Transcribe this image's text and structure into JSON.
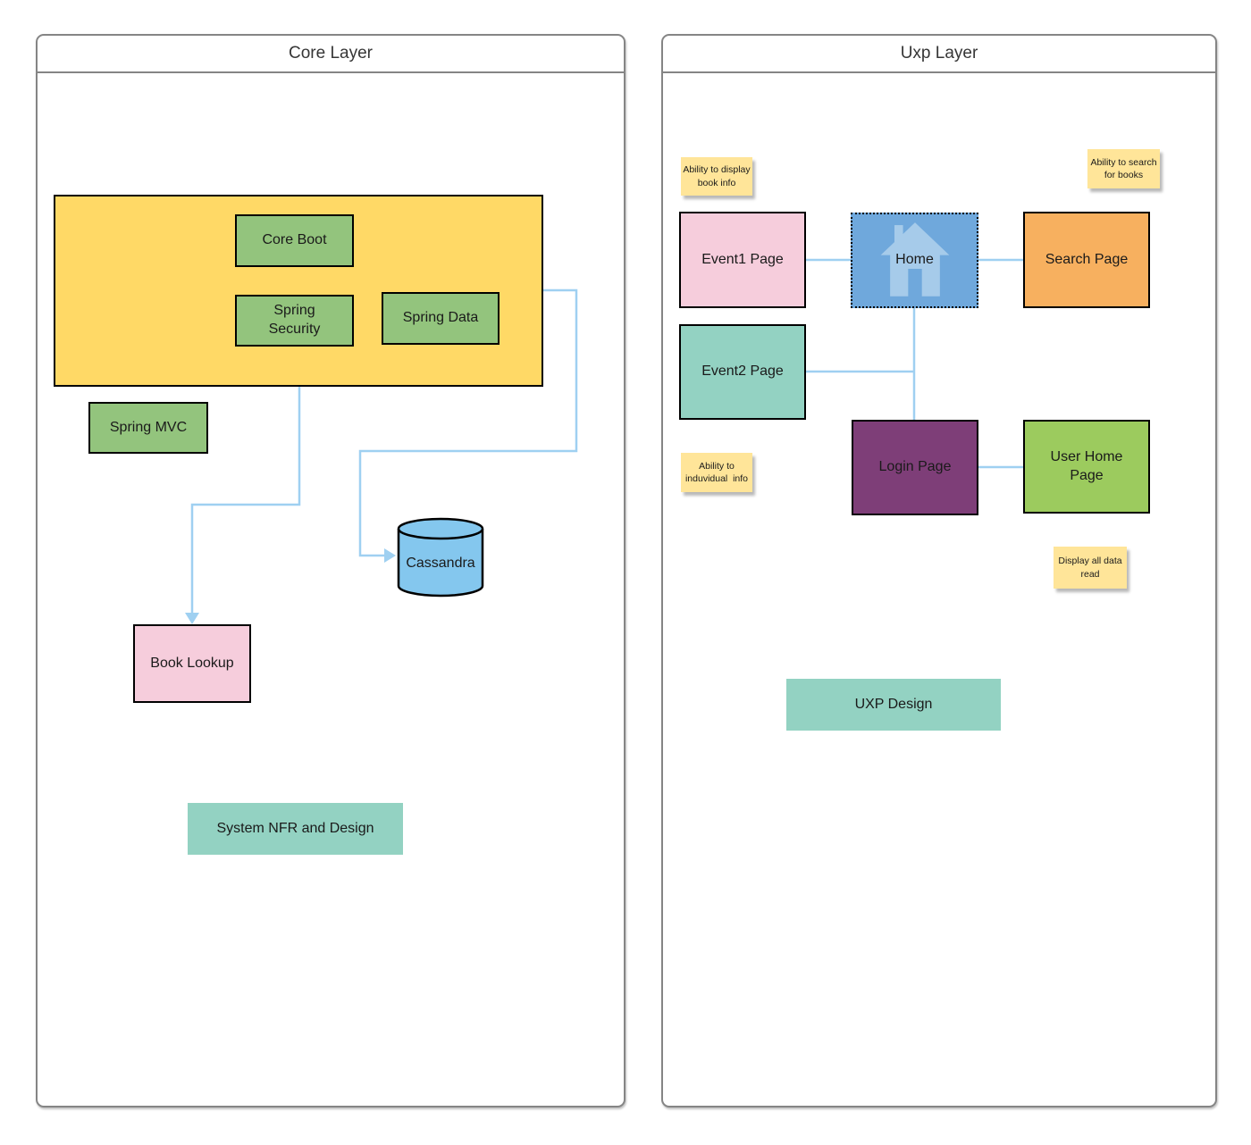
{
  "diagram": {
    "core_layer": {
      "title": "Core Layer",
      "nodes": {
        "core_boot": {
          "label": "Core Boot"
        },
        "spring_security": {
          "label": "Spring Security"
        },
        "spring_data": {
          "label": "Spring Data"
        },
        "spring_mvc": {
          "label": "Spring MVC"
        },
        "cassandra": {
          "label": "Cassandra"
        },
        "book_lookup": {
          "label": "Book Lookup"
        },
        "system_nfr": {
          "label": "System NFR and Design"
        }
      }
    },
    "uxp_layer": {
      "title": "Uxp Layer",
      "nodes": {
        "event1_page": {
          "label": "Event1 Page"
        },
        "home": {
          "label": "Home"
        },
        "search_page": {
          "label": "Search Page"
        },
        "event2_page": {
          "label": "Event2 Page"
        },
        "login_page": {
          "label": "Login Page"
        },
        "user_home_page": {
          "label": "User Home Page"
        },
        "uxp_design": {
          "label": "UXP Design"
        }
      },
      "stickies": {
        "display_book_info": {
          "text": "Ability to display book info"
        },
        "search_for_books": {
          "text": "Ability to search for books"
        },
        "induvidual_info": {
          "text": "Ability to induvidual  info"
        },
        "display_all_data": {
          "text": "Display all data read"
        }
      }
    },
    "colors": {
      "connector_blue": "#9FD0F1",
      "container_yellow": "#FFD966",
      "node_green": "#93C47D",
      "node_lime_green": "#9CCB5E",
      "node_pink": "#F6CDDC",
      "node_teal": "#93D2C2",
      "node_blue": "#6FA8DC",
      "home_icon_blue": "#A6CBEA",
      "node_orange": "#F7B05F",
      "node_purple": "#7E3E78",
      "database_blue": "#84C7EE",
      "sticky_yellow": "#FFE599",
      "panel_border_gray": "#858585"
    }
  }
}
